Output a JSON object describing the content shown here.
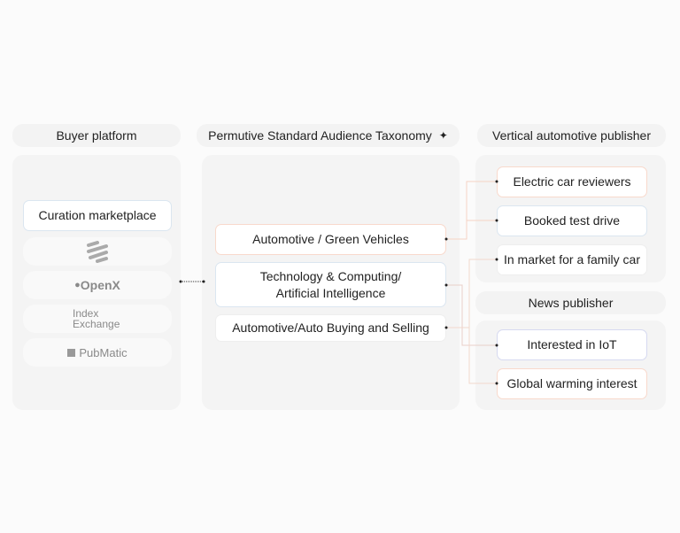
{
  "headers": {
    "buyer": "Buyer platform",
    "taxonomy": "Permutive Standard Audience Taxonomy",
    "taxonomy_icon": "sparkle-icon",
    "vertical": "Vertical automotive publisher",
    "news": "News publisher"
  },
  "buyer": {
    "curation": "Curation marketplace",
    "logos": [
      "stripes-logo",
      "OpenX",
      "Index",
      "Exchange",
      "PubMatic"
    ]
  },
  "taxonomy": [
    "Automotive / Green Vehicles",
    "Technology & Computing/",
    "Artificial Intelligence",
    "Automotive/Auto Buying and Selling"
  ],
  "vertical": [
    "Electric car reviewers",
    "Booked test drive",
    "In market for a family car"
  ],
  "news": [
    "Interested in IoT",
    "Global warming interest"
  ]
}
